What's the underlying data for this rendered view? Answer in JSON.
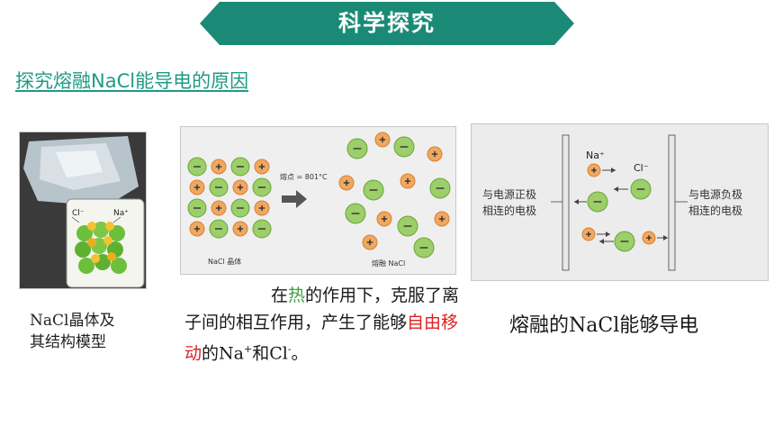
{
  "banner": {
    "title": "科学探究",
    "color": "#1a8a76"
  },
  "subtitle": "探究熔融NaCl能导电的原因",
  "crystal_figure": {
    "cl_label": "Cl⁻",
    "na_label": "Na⁺"
  },
  "crystal_caption": [
    "NaCl晶体及",
    "其结构模型"
  ],
  "lattice_figure": {
    "left_label": "NaCl 晶体",
    "melt_label": "熔点 = 801°C",
    "right_label": "熔融 NaCl"
  },
  "heat_text": {
    "p1": "在",
    "p2": "热",
    "p3": "的作用下，克服了离子间的相互作用，产生了能够",
    "p4": "自由移动",
    "p5": "的Na",
    "sup1": "+",
    "p6": "和Cl",
    "sup2": "-",
    "p7": "。"
  },
  "cell_figure": {
    "left_electrode_1": "与电源正极",
    "left_electrode_2": "相连的电极",
    "right_electrode_1": "与电源负极",
    "right_electrode_2": "相连的电极",
    "na_label": "Na⁺",
    "cl_label": "Cl⁻"
  },
  "conduct_caption": "熔融的NaCl能够导电",
  "icons": [
    "plus-icon",
    "minus-icon",
    "arrow-right-icon"
  ]
}
